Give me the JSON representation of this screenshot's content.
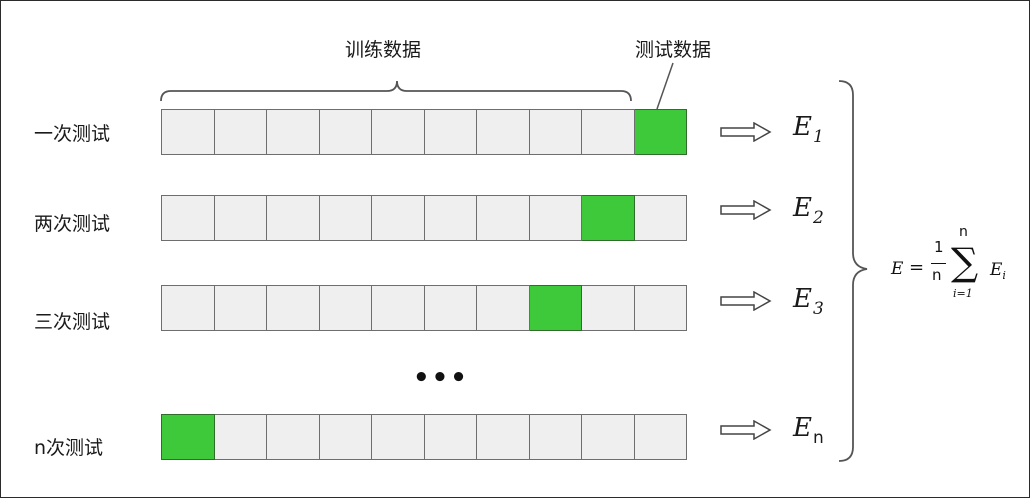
{
  "header": {
    "train_label": "训练数据",
    "test_label": "测试数据"
  },
  "rows": [
    {
      "label": "一次测试",
      "test_index": 9,
      "error_symbol": "E",
      "error_sub": "1"
    },
    {
      "label": "两次测试",
      "test_index": 8,
      "error_symbol": "E",
      "error_sub": "2"
    },
    {
      "label": "三次测试",
      "test_index": 7,
      "error_symbol": "E",
      "error_sub": "3"
    },
    {
      "label": "n次测试",
      "test_index": 0,
      "error_symbol": "E",
      "error_sub": "n"
    }
  ],
  "folds_per_row": 10,
  "ellipsis": "•••",
  "formula": {
    "lhs": "E",
    "equals": "=",
    "numerator": "1",
    "denominator": "n",
    "sum_symbol": "∑",
    "upper": "n",
    "lower": "i=1",
    "term": "E",
    "term_sub": "i"
  },
  "colors": {
    "test_fold": "#3ec93a",
    "train_fold": "#efefef",
    "arrow": "#ffffff"
  }
}
